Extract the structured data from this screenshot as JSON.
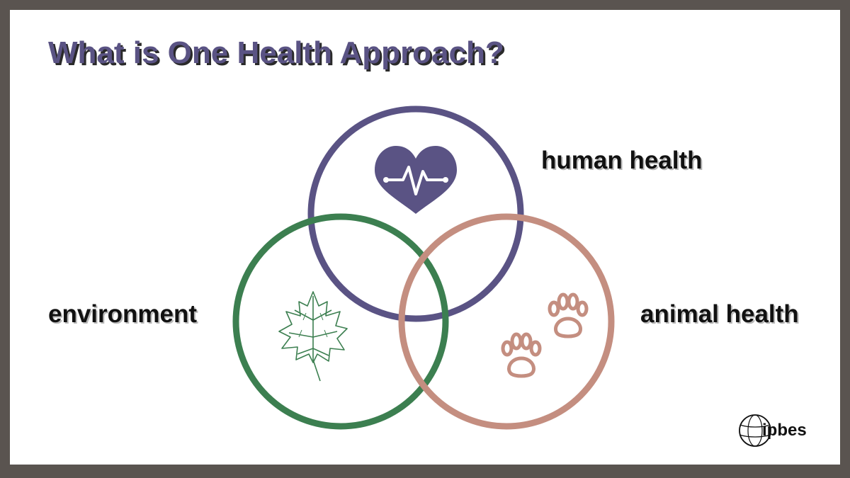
{
  "slide": {
    "title": "What is One Health Approach?",
    "labels": {
      "human": "human health",
      "environment": "environment",
      "animal": "animal health"
    },
    "logo_text": "ipbes"
  },
  "colors": {
    "frame": "#5a5450",
    "title": "#5a5384",
    "human_circle": "#5a5384",
    "environment_circle": "#3c7f50",
    "animal_circle": "#c48e80"
  },
  "icons": [
    "heartbeat-icon",
    "leaf-icon",
    "paw-prints-icon",
    "ipbes-globe-icon"
  ]
}
